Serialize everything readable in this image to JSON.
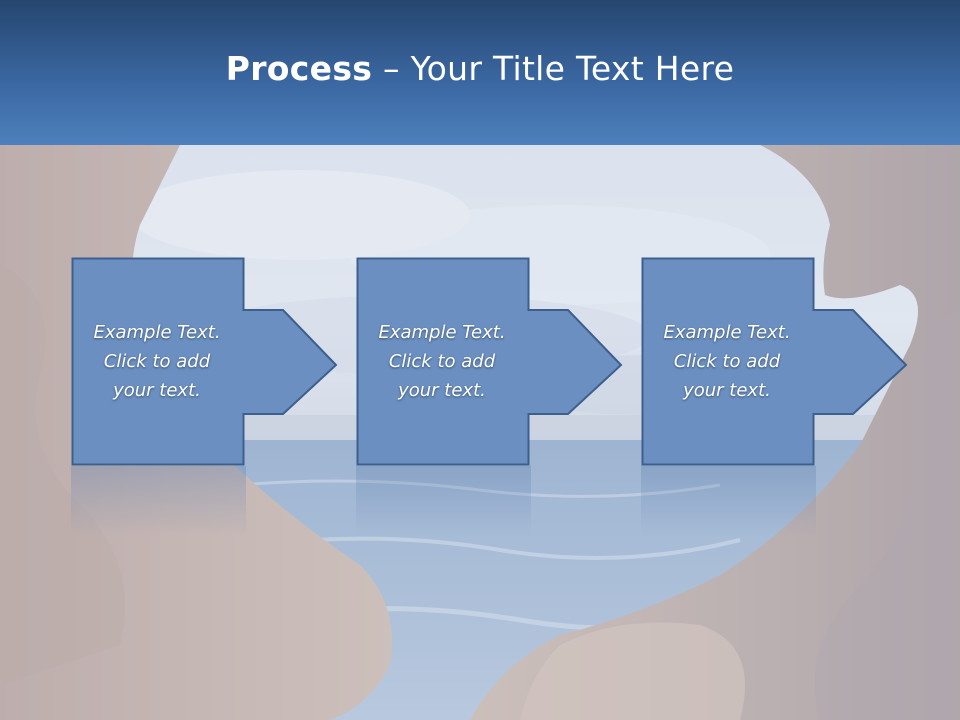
{
  "slide": {
    "title_bold": "Process",
    "title_rest": " – Your Title Text Here"
  },
  "steps": [
    {
      "text": "Example Text.\nClick  to add\nyour text."
    },
    {
      "text": "Example Text.\nClick  to add\nyour text."
    },
    {
      "text": "Example Text.\nClick  to add\nyour text."
    }
  ],
  "colors": {
    "header_top": "#25466f",
    "header_bottom": "#4d80bd",
    "box_fill": "#6a8fc0",
    "box_stroke": "#3d5f8e",
    "rock": "#b99a86",
    "sky": "#e3e9f1",
    "sea": "#7ea1c8"
  }
}
